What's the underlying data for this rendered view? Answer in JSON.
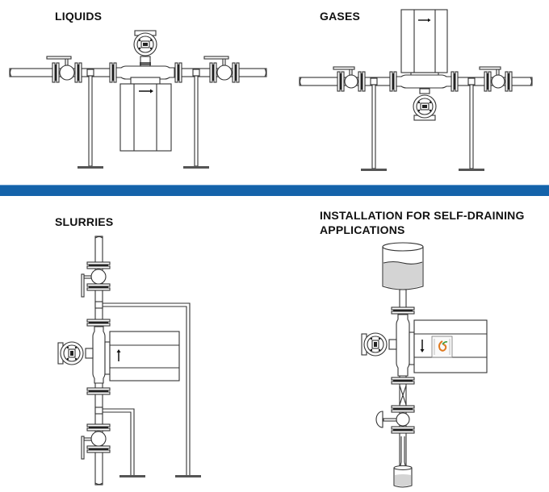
{
  "diagram": {
    "sections": [
      {
        "id": "liquids",
        "title": "LIQUIDS",
        "sensor_position": "below pipe",
        "flow_direction": "right"
      },
      {
        "id": "gases",
        "title": "GASES",
        "sensor_position": "above pipe",
        "flow_direction": "right"
      },
      {
        "id": "slurries",
        "title": "SLURRIES",
        "sensor_position": "vertical pipe, flow upward",
        "flow_direction": "up"
      },
      {
        "id": "self-draining",
        "title": "INSTALLATION FOR SELF-DRAINING APPLICATIONS",
        "sensor_position": "vertical pipe, flow downward",
        "flow_direction": "down"
      }
    ],
    "divider_color": "#1463aa"
  }
}
